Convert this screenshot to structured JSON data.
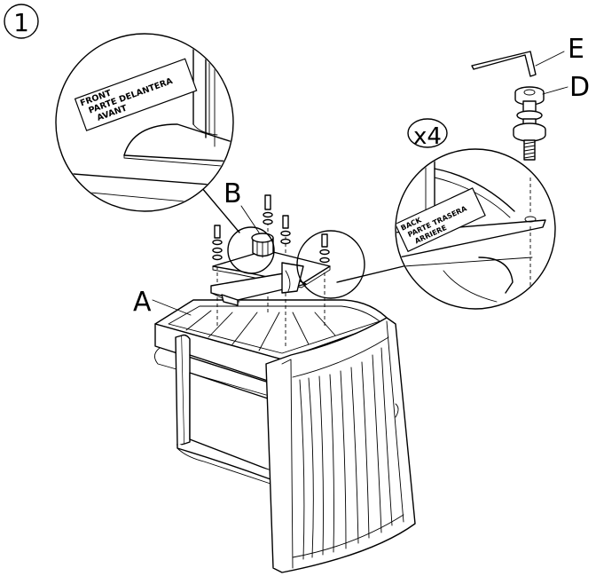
{
  "step": {
    "number": "1"
  },
  "parts": {
    "A": "A",
    "B": "B",
    "D": "D",
    "E": "E"
  },
  "quantity": "x4",
  "front_label": {
    "line1": "FRONT",
    "line2": "PARTE DELANTERA",
    "line3": "AVANT"
  },
  "back_label": {
    "line1": "BACK",
    "line2": "PARTE TRASERA",
    "line3": "ARRIERE"
  }
}
